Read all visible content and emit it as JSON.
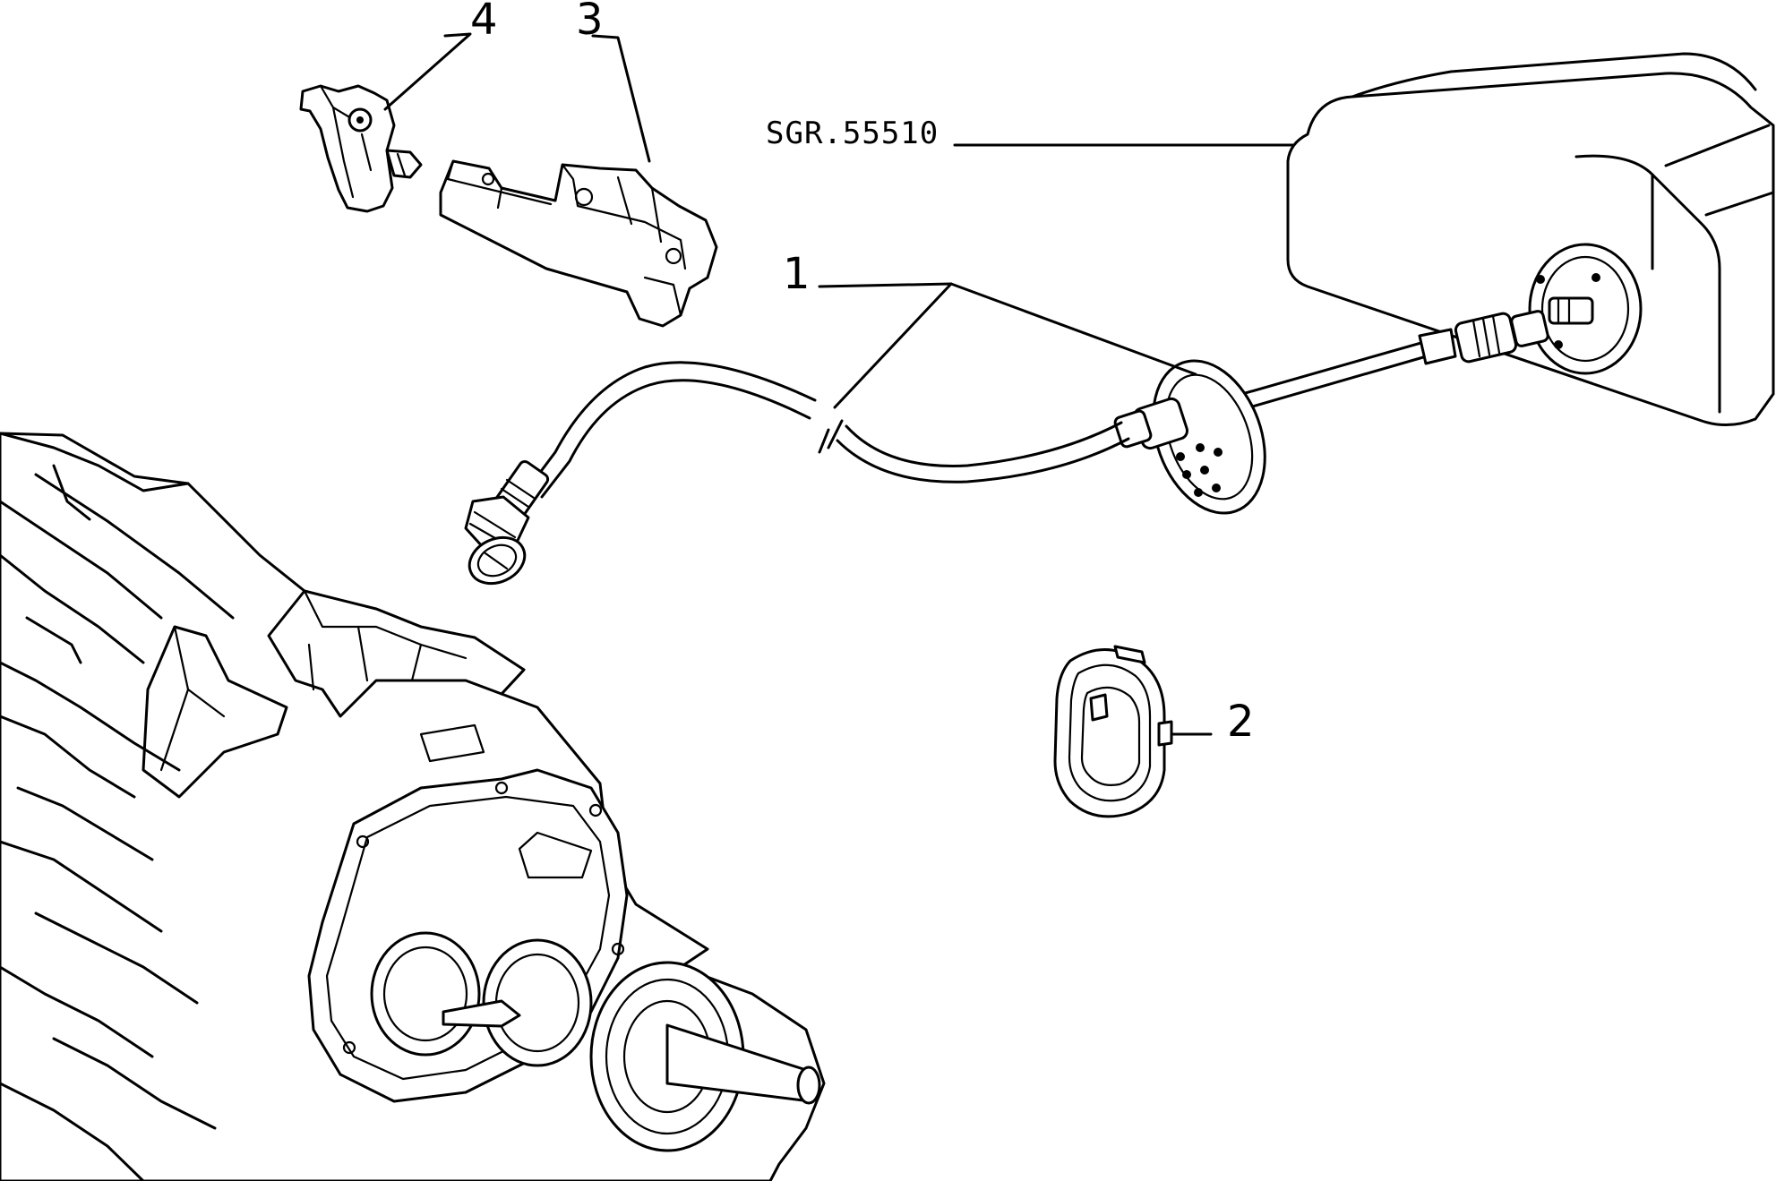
{
  "diagram": {
    "reference_code": "SGR.55510",
    "callouts": {
      "part_1": "1",
      "part_2": "2",
      "part_3": "3",
      "part_4": "4"
    }
  }
}
